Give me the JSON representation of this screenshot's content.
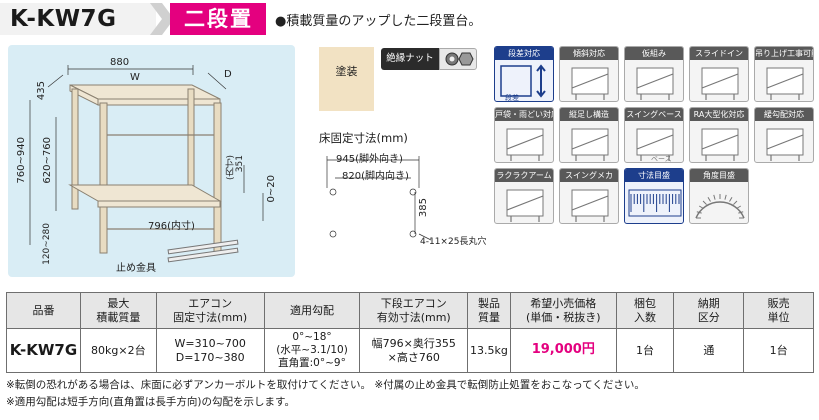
{
  "header": {
    "model": "K-KW7G",
    "title": "二段置台",
    "description": "●積載質量のアップした二段置台。"
  },
  "drawing": {
    "dim_width": "880",
    "dim_w": "W",
    "dim_depth": "D",
    "dim_435": "435",
    "dim_940": "760~940",
    "dim_620": "620~760",
    "dim_bottom": "120~280",
    "dim_right": "0~20",
    "dim_351": "351",
    "dim_351_sub": "(内寸)",
    "dim_inner": "796(内寸)",
    "bracket_label": "止め金具"
  },
  "paint_label": "塗装",
  "nut_label": "絶縁ナット",
  "floor": {
    "title": "床固定寸法(mm)",
    "dim_945": "945(脚外向き)",
    "dim_820": "820(脚内向き)",
    "dim_385": "385",
    "hole_note": "4-11×25長丸穴"
  },
  "features": [
    {
      "label": "段差対応",
      "active": true
    },
    {
      "label": "傾斜対応",
      "active": false
    },
    {
      "label": "仮組み",
      "active": false
    },
    {
      "label": "スライドイン",
      "active": false
    },
    {
      "label": "吊り上げ工事可能",
      "active": false
    },
    {
      "label": "戸袋・雨どい対応",
      "active": false
    },
    {
      "label": "縦足し構造",
      "active": false
    },
    {
      "label": "スイングベース",
      "active": false
    },
    {
      "label": "RA大型化対応",
      "active": false
    },
    {
      "label": "緩勾配対応",
      "active": false
    },
    {
      "label": "ラクラクアーム",
      "active": false
    },
    {
      "label": "スイングメカ",
      "active": false
    },
    {
      "label": "寸法目盛",
      "active": true
    },
    {
      "label": "角度目盛",
      "active": false
    }
  ],
  "feature_extra": {
    "step_label": "段差",
    "swing_label": "ベース"
  },
  "table": {
    "headers": [
      "品番",
      "最大\n積載質量",
      "エアコン\n固定寸法(mm)",
      "適用勾配",
      "下段エアコン\n有効寸法(mm)",
      "製品\n質量",
      "希望小売価格\n(単価・税抜き)",
      "梱包\n入数",
      "納期\n区分",
      "販売\n単位"
    ],
    "row": {
      "model": "K-KW7G",
      "load": "80kg×2台",
      "fix_w": "W=310~700",
      "fix_d": "D=170~380",
      "slope1": "0°~18°",
      "slope2": "(水平~3.1/10)",
      "slope3": "直角置:0°~9°",
      "lower1": "幅796×奥行355",
      "lower2": "×高さ760",
      "weight": "13.5kg",
      "price": "19,000円",
      "pack": "1台",
      "delivery": "通",
      "unit": "1台"
    }
  },
  "notes": [
    "※転倒の恐れがある場合は、床面に必ずアンカーボルトを取付けてください。 ※付属の止め金具で転倒防止処置をおこなってください。",
    "※適用勾配は短手方向(直角置は長手方向)の勾配を示します。"
  ],
  "colors": {
    "accent": "#e4007f",
    "feature_active": "#1d3e8c",
    "paint_swatch": "#f2e2c3",
    "drawing_bg": "#d9edf5"
  }
}
